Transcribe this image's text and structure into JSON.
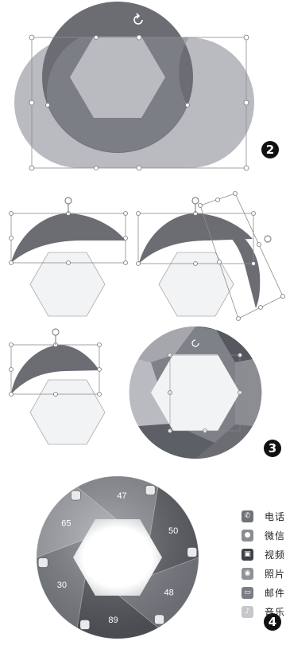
{
  "step_badges": [
    "2",
    "3",
    "4"
  ],
  "colors": {
    "shape_dark": "#6b6d73",
    "shape_mid": "#8b8d93",
    "shape_light": "#b9bbc0",
    "hexagon_fill": "#f2f3f5",
    "handle": "#9a9a9a"
  },
  "ring_chart": {
    "sectors": [
      {
        "value": "47",
        "icon": "phone-icon",
        "color": "#8c8f95"
      },
      {
        "value": "50",
        "icon": "music-icon",
        "color": "#5f6268"
      },
      {
        "value": "48",
        "icon": "mail-icon",
        "color": "#7c7f86"
      },
      {
        "value": "89",
        "icon": "photo-icon",
        "color": "#55585e"
      },
      {
        "value": "30",
        "icon": "video-icon",
        "color": "#7e8187"
      },
      {
        "value": "65",
        "icon": "message-icon",
        "color": "#a3a6ab"
      }
    ]
  },
  "legend": [
    {
      "label": "电话",
      "icon": "phone-icon",
      "color": "#6f7278"
    },
    {
      "label": "微信",
      "icon": "message-icon",
      "color": "#8a8d92"
    },
    {
      "label": "视频",
      "icon": "video-icon",
      "color": "#3d4045"
    },
    {
      "label": "照片",
      "icon": "photo-icon",
      "color": "#8e9196"
    },
    {
      "label": "邮件",
      "icon": "mail-icon",
      "color": "#7a7d83"
    },
    {
      "label": "音乐",
      "icon": "music-icon",
      "color": "#c5c7cb"
    }
  ]
}
